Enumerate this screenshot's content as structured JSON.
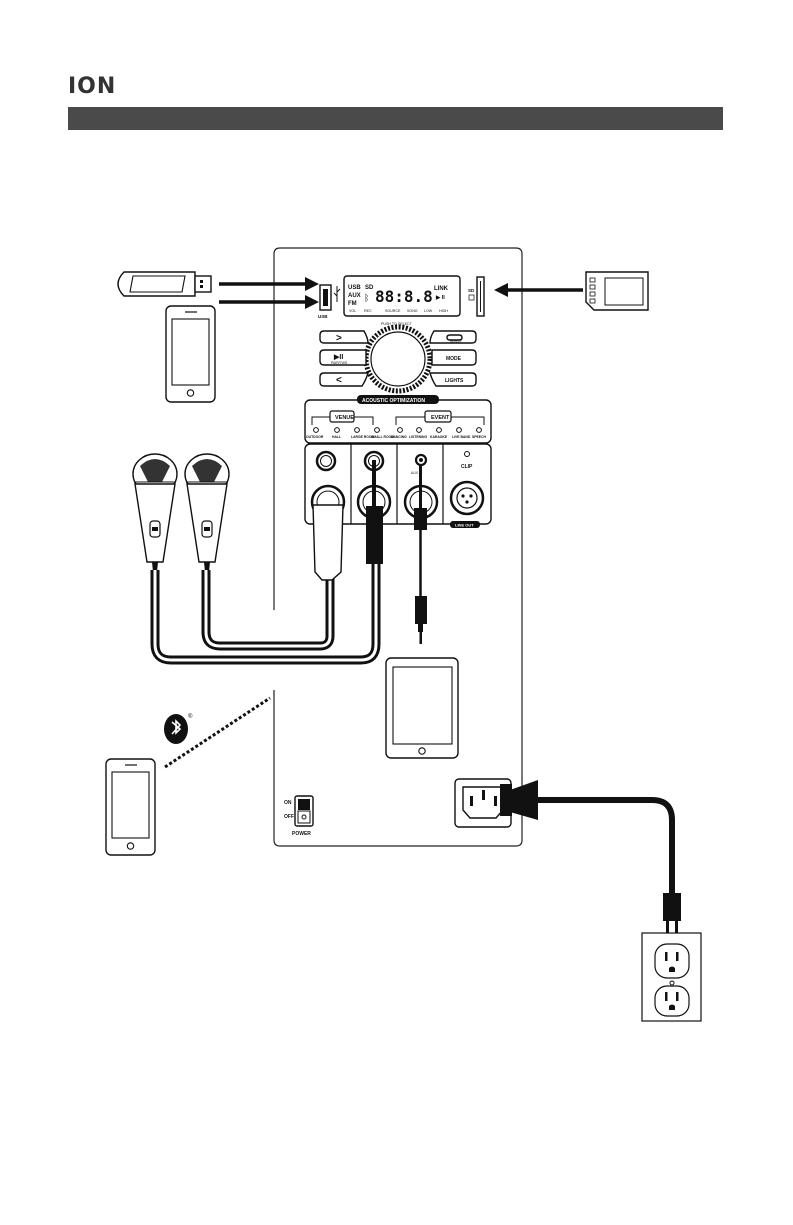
{
  "brand": {
    "logo": "ION"
  },
  "panel": {
    "display": {
      "sources": [
        "USB",
        "AUX",
        "FM"
      ],
      "sd": "SD",
      "digits": "88:8.8",
      "link": "LINK",
      "play_pause": "▶ II",
      "bottom_labels": [
        "VOL",
        "REC",
        "SOURCE",
        "SONG",
        "LOW",
        "HIGH"
      ]
    },
    "usb_label": "USB",
    "sd_label": "SD",
    "knob_label": "PUSH TO SELECT",
    "buttons": {
      "next": ">",
      "play": "▶II",
      "play_sub": "PAIR/TWS",
      "prev": "<",
      "repeat_sub": "REPEAT",
      "mode": "MODE",
      "lights": "LIGHTS"
    },
    "acoustic": {
      "title": "ACOUSTIC OPTIMIZATION",
      "venue_label": "VENUE",
      "event_label": "EVENT",
      "venue_items": [
        "OUTDOOR",
        "HALL",
        "LARGE ROOM",
        "SMALL ROOM"
      ],
      "event_items": [
        "DANCING",
        "LISTENING",
        "KARAOKE",
        "LIVE BAND",
        "SPEECH"
      ]
    },
    "clip_label": "CLIP",
    "line_out_label": "LINE OUT",
    "aux_label": "AUX IN",
    "power": {
      "on": "ON",
      "off": "OFF",
      "label": "POWER"
    }
  },
  "bluetooth": {
    "registered": "®"
  }
}
